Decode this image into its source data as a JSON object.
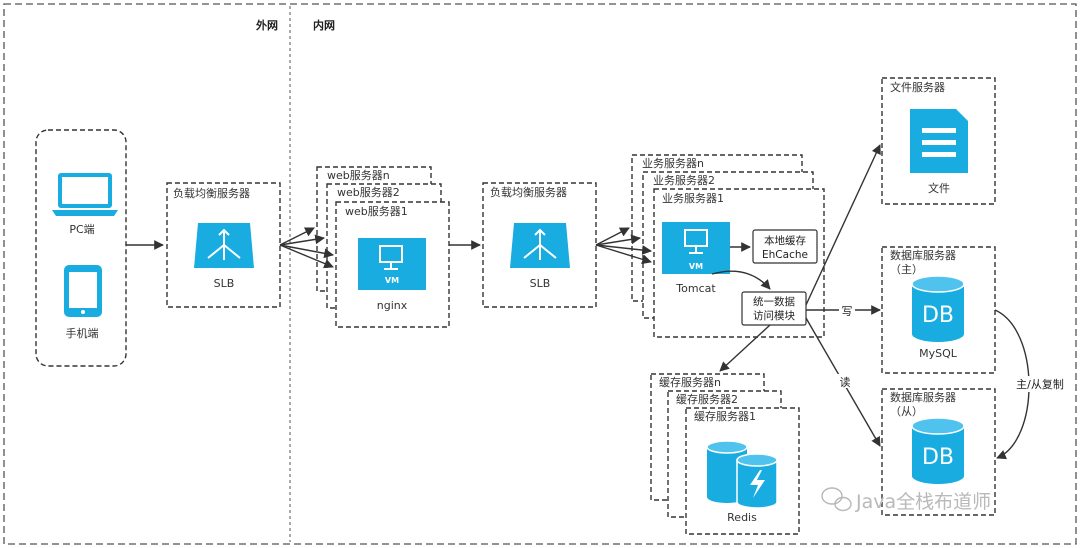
{
  "zones": {
    "external": "外网",
    "internal": "内网"
  },
  "clients": {
    "pc": "PC端",
    "mobile": "手机端"
  },
  "lb1": {
    "title": "负载均衡服务器",
    "label": "SLB"
  },
  "web": {
    "n": "web服务器n",
    "two": "web服务器2",
    "one": "web服务器1",
    "vm": "VM",
    "label": "nginx"
  },
  "lb2": {
    "title": "负载均衡服务器",
    "label": "SLB"
  },
  "biz": {
    "n": "业务服务器n",
    "two": "业务服务器2",
    "one": "业务服务器1",
    "vm": "VM",
    "label": "Tomcat",
    "cache_line1": "本地缓存",
    "cache_line2": "EhCache",
    "dal_line1": "统一数据",
    "dal_line2": "访问模块"
  },
  "cache": {
    "n": "缓存服务器n",
    "two": "缓存服务器2",
    "one": "缓存服务器1",
    "label": "Redis"
  },
  "file": {
    "title": "文件服务器",
    "label": "文件"
  },
  "db_master": {
    "title_line1": "数据库服务器",
    "title_line2": "（主）",
    "icon_text": "DB",
    "label": "MySQL"
  },
  "db_slave": {
    "title_line1": "数据库服务器",
    "title_line2": "（从）",
    "icon_text": "DB"
  },
  "edges": {
    "write": "写",
    "read": "读",
    "replication": "主/从复制"
  },
  "watermark": "Java全栈布道师",
  "colors": {
    "accent": "#18ace1",
    "line": "#333333",
    "dash": "#555555"
  }
}
